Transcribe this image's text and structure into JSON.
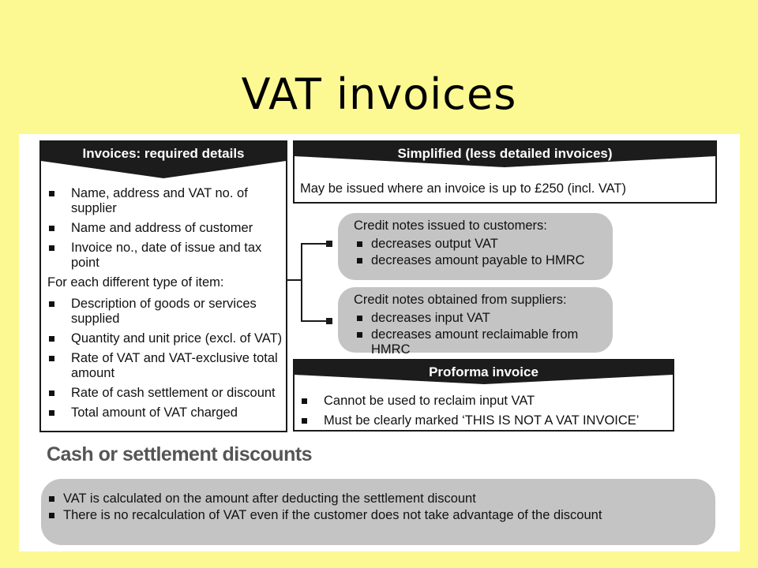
{
  "title": "VAT invoices",
  "required": {
    "header": "Invoices: required details",
    "items_a": [
      "Name, address and VAT no. of supplier",
      "Name and address of customer",
      "Invoice no., date of issue and tax point"
    ],
    "subheading": "For each different type of item:",
    "items_b": [
      "Description of goods or services supplied",
      "Quantity and unit price (excl. of VAT)",
      "Rate of VAT and VAT-exclusive total amount",
      "Rate of cash settlement or discount",
      "Total amount of VAT charged"
    ]
  },
  "simplified": {
    "header": "Simplified (less detailed invoices)",
    "text": "May be issued where an invoice is up to £250 (incl. VAT)"
  },
  "credit_customers": {
    "title": "Credit notes issued to customers:",
    "items": [
      "decreases output VAT",
      "decreases amount payable to HMRC"
    ]
  },
  "credit_suppliers": {
    "title": "Credit notes obtained from suppliers:",
    "items": [
      "decreases input VAT",
      "decreases amount reclaimable from HMRC"
    ]
  },
  "proforma": {
    "header": "Proforma invoice",
    "items": [
      "Cannot be used to reclaim input VAT",
      "Must be clearly marked ‘THIS IS NOT A VAT INVOICE’"
    ]
  },
  "cash": {
    "title": "Cash or settlement discounts",
    "items": [
      "VAT is calculated on the amount after deducting the settlement discount",
      "There is no recalculation of VAT even if the customer does not take advantage of the discount"
    ]
  },
  "colors": {
    "background": "#fcf992",
    "header": "#1c1c1c",
    "pill": "#c4c4c4",
    "subtitle": "#555555"
  }
}
